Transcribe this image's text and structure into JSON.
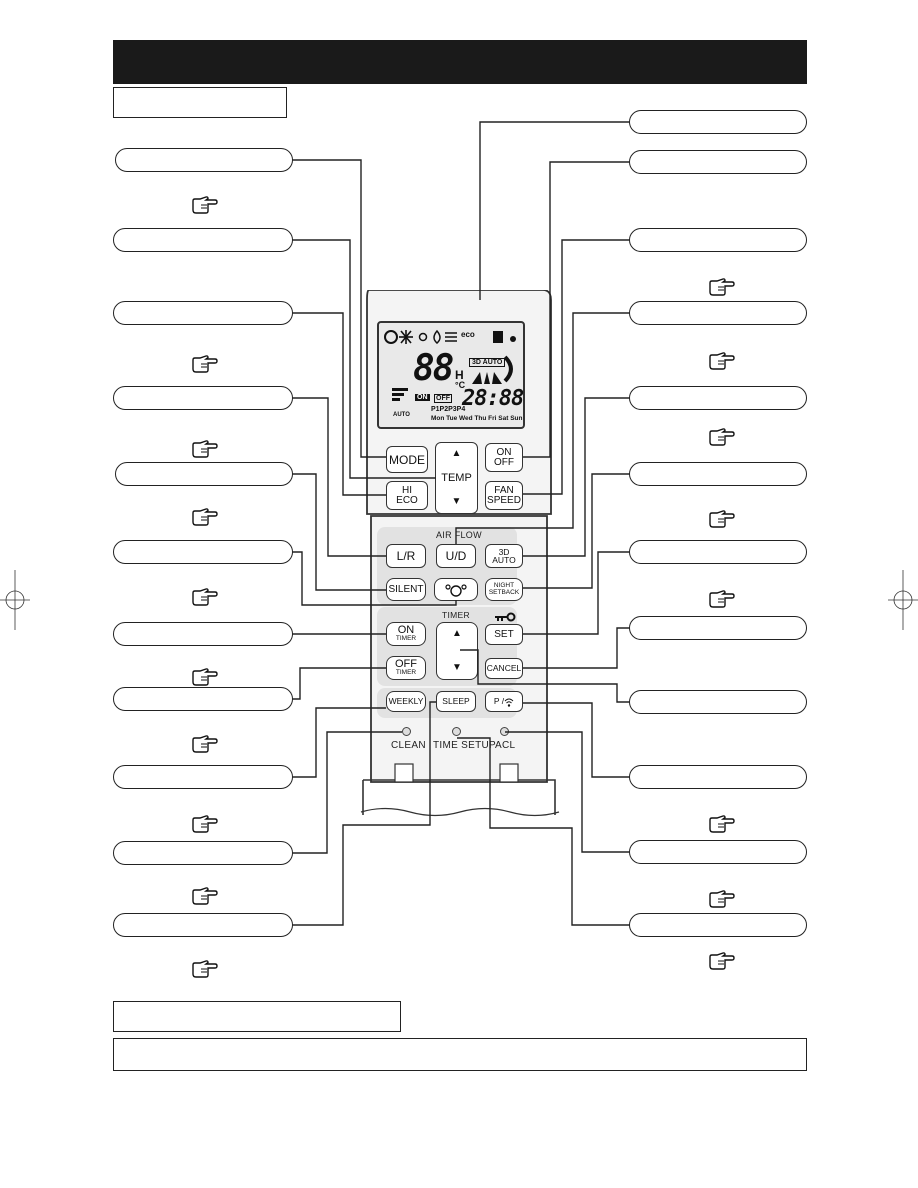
{
  "remote": {
    "buttons": {
      "mode": "MODE",
      "temp": "TEMP",
      "on_off_line1": "ON",
      "on_off_line2": "OFF",
      "hi_eco_line1": "HI",
      "hi_eco_line2": "ECO",
      "fan_speed_line1": "FAN",
      "fan_speed_line2": "SPEED",
      "lr": "L/R",
      "ud": "U/D",
      "auto3d": "3D AUTO",
      "silent": "SILENT",
      "night_setback_line1": "NIGHT",
      "night_setback_line2": "SETBACK",
      "set": "SET",
      "on_timer_line1": "ON",
      "on_timer_line2": "TIMER",
      "off_timer_line1": "OFF",
      "off_timer_line2": "TIMER",
      "cancel": "CANCEL",
      "weekly": "WEEKLY",
      "sleep": "SLEEP",
      "p_signal": "P / ",
      "up_arrow": "▲",
      "down_arrow": "▼"
    },
    "labels": {
      "air_flow": "AIR FLOW",
      "timer": "TIMER",
      "clean": "CLEAN",
      "time_setup": "TIME SETUP",
      "acl": "ACL"
    },
    "lcd": {
      "temp_digits": "88",
      "temp_unit_h": "H",
      "temp_unit_c": "°C",
      "auto3d": "3D AUTO",
      "on": "ON",
      "off": "OFF",
      "clock": "28:88",
      "programs": "P1P2P3P4",
      "days": "Mon Tue Wed Thu Fri Sat Sun",
      "fan_auto": "AUTO",
      "eco": "eco"
    }
  },
  "colors": {
    "header": "#1a1a1a",
    "remote_body": "#f4f4f4",
    "panel_gray": "#e2e2e2",
    "lcd_bg": "#e9e9e9"
  }
}
